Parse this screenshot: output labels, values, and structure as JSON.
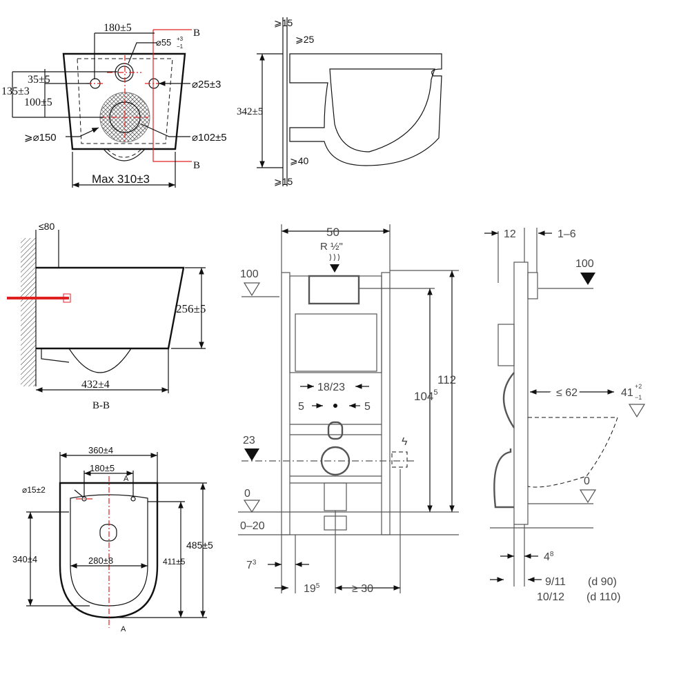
{
  "top_view": {
    "dim_180": "180±5",
    "dia_55": "⌀55",
    "dia_55_tol_plus": "+3",
    "dia_55_tol_minus": "−1",
    "dia_25": "⌀25±3",
    "dim_35": "35±5",
    "dim_135": "135±3",
    "dim_100": "100±5",
    "dia_150": "⩾⌀150",
    "dia_102": "⌀102±5",
    "width": "Max 310±3",
    "section_mark_top": "B",
    "section_mark_bottom": "B"
  },
  "side_section": {
    "dim_15_top": "⩾15",
    "dim_25": "⩾25",
    "height": "342±5",
    "dim_40": "⩾40",
    "dim_15_bottom": "⩾15"
  },
  "section_bb": {
    "dim_80": "≤80",
    "height": "256±5",
    "length": "432±4",
    "title": "B-B"
  },
  "plan_view": {
    "width": "360±4",
    "dim_180": "180±5",
    "dia_15": "⌀15±2",
    "inner_width": "280±8",
    "dim_340": "340±4",
    "dim_411": "411±5",
    "dim_485": "485±5",
    "section_mark_top": "A",
    "section_mark_bottom": "A"
  },
  "frame_front": {
    "width": "50",
    "water_inlet": "R ½\"",
    "level_100": "100",
    "level_23": "23",
    "level_0": "0",
    "floor_range": "0–20",
    "dim_18_23": "18/23",
    "dim_5_left": "5",
    "dim_5_right": "5",
    "height_1045": "104",
    "height_1045_sup": "5",
    "height_112": "112",
    "dim_73": "7",
    "dim_73_sup": "3",
    "dim_195": "19",
    "dim_195_sup": "5",
    "dim_30": "≥ 30"
  },
  "frame_side": {
    "dim_12": "12",
    "dim_1_6": "1–6",
    "level_100": "100",
    "dim_62": "≤ 62",
    "dim_41": "41",
    "dim_41_plus": "+2",
    "dim_41_minus": "−1",
    "level_0": "0",
    "dim_48": "4",
    "dim_48_sup": "8",
    "dim_9_11": "9/11",
    "d90": "(d 90)",
    "dim_10_12": "10/12",
    "d110": "(d 110)"
  },
  "colors": {
    "line": "#111111",
    "centerline": "#e02020",
    "frame_gray": "#555555"
  }
}
